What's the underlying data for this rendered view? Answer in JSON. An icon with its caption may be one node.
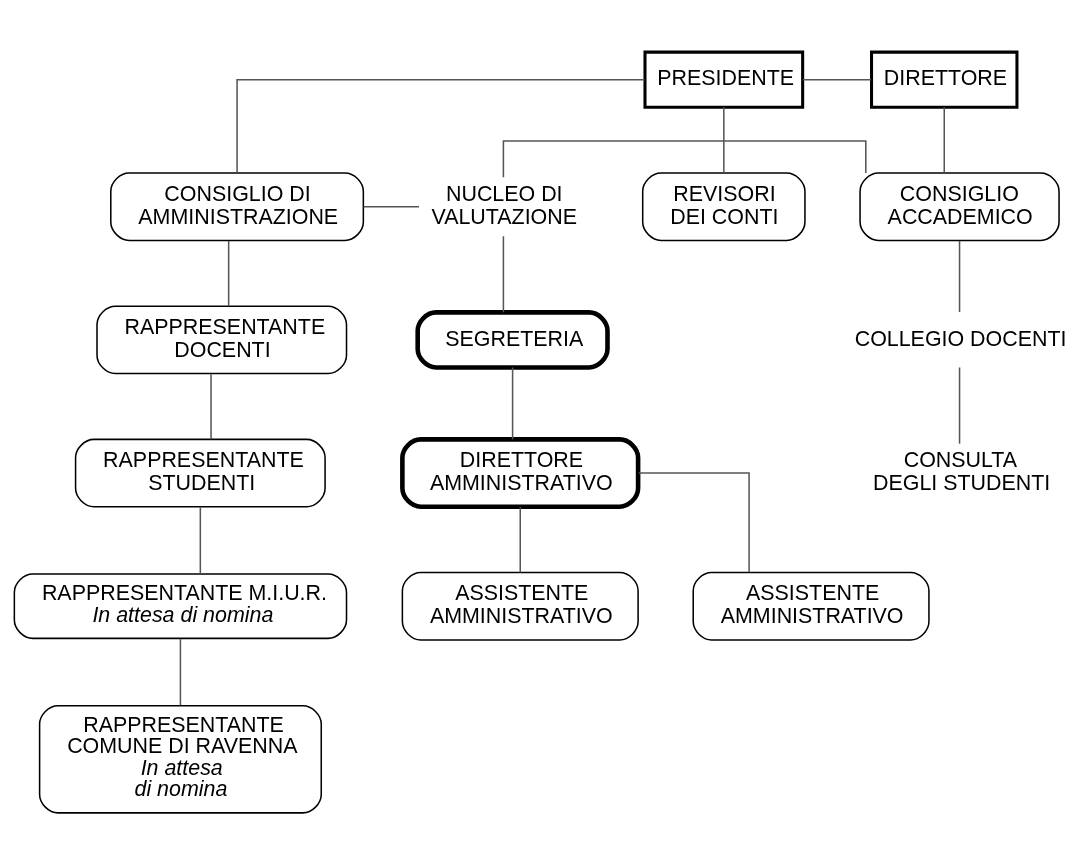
{
  "diagram": {
    "nodes": [
      {
        "text": [
          "PRESIDENTE"
        ]
      },
      {
        "text": [
          "DIRETTORE"
        ]
      },
      {
        "text": [
          "CONSIGLIO DI AMMINISTRAZIONE"
        ]
      },
      {
        "text": [
          "NUCLEO DI VALUTAZIONE"
        ]
      },
      {
        "text": [
          "CONSIGLIO ACCADEMICO"
        ]
      },
      {
        "text": [
          "RAPPRESENTANTE DOCENTI"
        ]
      },
      {
        "text": [
          "RAPPRESENTANTE STUDENTI"
        ]
      },
      {
        "text": [
          "RAPPRESENTANTE M.I.U.R.",
          "In attesa di nomina"
        ]
      },
      {
        "text": [
          "RAPPRESENTANTE COMUNE DI RAVENNA",
          "In attesa di nomina"
        ]
      },
      {
        "text": [
          "COLLEGIO DOCENTI"
        ]
      },
      {
        "text": [
          "SEGRETERIA"
        ]
      },
      {
        "text": [
          "CONSULTA DEGLI STUDENTI"
        ]
      },
      {
        "text": [
          "DIRETTORE AMMINISTRATIVO"
        ]
      },
      {
        "text": [
          "REVISORI DEI CONTI"
        ]
      },
      {
        "text": [
          "ASSISTENTE AMMINISTRATIVO"
        ]
      },
      {
        "text": [
          "ASSISTENTE AMMINISTRATIVO"
        ]
      }
    ],
    "edges": [
      {
        "from": 0,
        "to": 1,
        "arrow": "none"
      },
      {
        "from": 0,
        "to": 2,
        "arrow": "none"
      },
      {
        "from": 0,
        "to": 13,
        "arrow": "none"
      },
      {
        "from": 1,
        "to": 4,
        "arrow": "none"
      },
      {
        "from": 2,
        "to": 3,
        "arrow": "none"
      },
      {
        "from": 3,
        "to": 4,
        "arrow": "none"
      },
      {
        "from": 2,
        "to": 5,
        "arrow": "none"
      },
      {
        "from": 5,
        "to": 6,
        "arrow": "none"
      },
      {
        "from": 6,
        "to": 7,
        "arrow": "none"
      },
      {
        "from": 7,
        "to": 8,
        "arrow": "none"
      },
      {
        "from": 4,
        "to": 9,
        "arrow": "none"
      },
      {
        "from": 9,
        "to": 11,
        "arrow": "none"
      },
      {
        "from": 3,
        "to": 10,
        "arrow": "none"
      },
      {
        "from": 10,
        "to": 12,
        "arrow": "none"
      },
      {
        "from": 12,
        "to": 14,
        "arrow": "none"
      },
      {
        "from": 12,
        "to": 15,
        "arrow": "none"
      }
    ]
  }
}
